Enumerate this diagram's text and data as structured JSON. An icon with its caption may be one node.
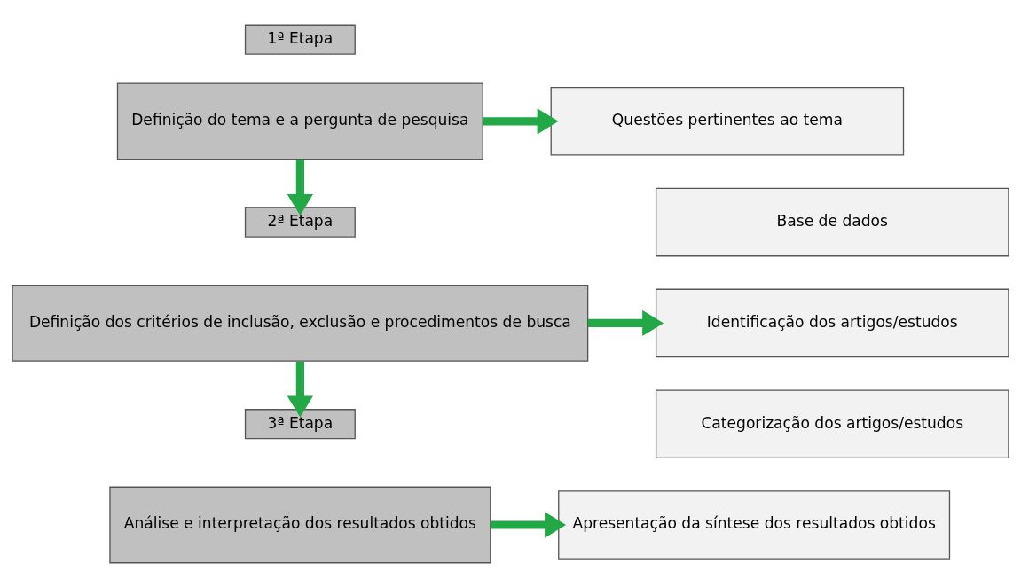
{
  "diagram": {
    "nodes": [
      {
        "text": [
          "1ª Etapa"
        ]
      },
      {
        "text": [
          "Definição do tema e a pergunta de pesquisa"
        ]
      },
      {
        "text": [
          "Questões pertinentes ao tema"
        ]
      },
      {
        "text": [
          "2ª Etapa"
        ]
      },
      {
        "text": [
          "Definição dos critérios de inclusão, exclusão e procedimentos de busca"
        ]
      },
      {
        "text": [
          "Base de dados"
        ]
      },
      {
        "text": [
          "Identificação dos artigos/estudos"
        ]
      },
      {
        "text": [
          "Categorização dos artigos/estudos"
        ]
      },
      {
        "text": [
          "3ª Etapa"
        ]
      },
      {
        "text": [
          "Análise e interpretação dos resultados obtidos"
        ]
      },
      {
        "text": [
          "Apresentação da síntese dos resultados obtidos"
        ]
      }
    ],
    "edges": [
      {
        "from": 1,
        "to": 2,
        "arrow": "to"
      },
      {
        "from": 1,
        "to": 3,
        "arrow": "to"
      },
      {
        "from": 4,
        "to": 6,
        "arrow": "to"
      },
      {
        "from": 4,
        "to": 8,
        "arrow": "to"
      },
      {
        "from": 9,
        "to": 10,
        "arrow": "to"
      }
    ]
  }
}
